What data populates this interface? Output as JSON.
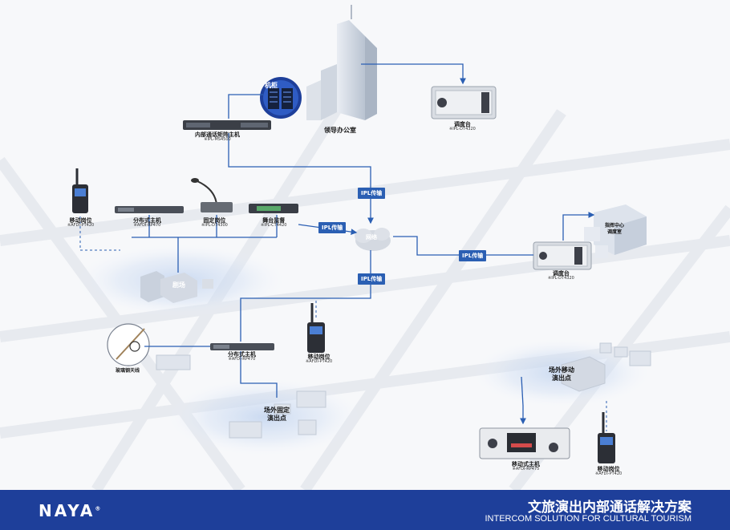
{
  "brand": {
    "logo": "NAYA",
    "mark": "®",
    "color": "#1e3f9a"
  },
  "footer": {
    "title_cn": "文旅演出内部通话解决方案",
    "title_en": "INTERCOM SOLUTION FOR CULTURAL TOURISM"
  },
  "colors": {
    "link": "#2b5fb3",
    "tag": "#2b5fb3",
    "halo": "#bcd0ee"
  },
  "nodes": {
    "cabinet": "机柜",
    "office": "领导办公室",
    "matrix": {
      "name": "内部通话矩阵主机",
      "model": "※IPL-MS4500"
    },
    "console_top": {
      "name": "调度台",
      "model": "※IPL-DT4320"
    },
    "beltpack_left": {
      "name": "移动岗位",
      "model": "※AFDI-PT420"
    },
    "dist_host_top": {
      "name": "分布式主机",
      "model": "※AFDI-RP470"
    },
    "fixed_post": {
      "name": "固定岗位",
      "model": "※IPL-DT4300"
    },
    "stage_manager": {
      "name": "舞台监督",
      "model": "※IPL-CT4420"
    },
    "network": "网络",
    "console_right": {
      "name": "调度台",
      "model": "※IPL-DT4320"
    },
    "dispatch_center": "指挥中心\n调度室",
    "theater": "剧场",
    "antenna": "玻璃钢天线",
    "dist_host_bottom": {
      "name": "分布式主机",
      "model": "※AFDI-RP470"
    },
    "beltpack_mid": {
      "name": "移动岗位",
      "model": "※AFDI-PT420"
    },
    "outdoor_fixed": "场外固定\n演出点",
    "outdoor_mobile": "场外移动\n演出点",
    "mobile_host": {
      "name": "移动式主机",
      "model": "※AFDI-RP475"
    },
    "beltpack_right": {
      "name": "移动岗位",
      "model": "※AFDI-PT420"
    }
  },
  "links": {
    "ipl_top": "IPL传输",
    "ipl_left": "IPL传输",
    "ipl_right": "IPL传输",
    "ipl_bottom": "IPL传输"
  }
}
